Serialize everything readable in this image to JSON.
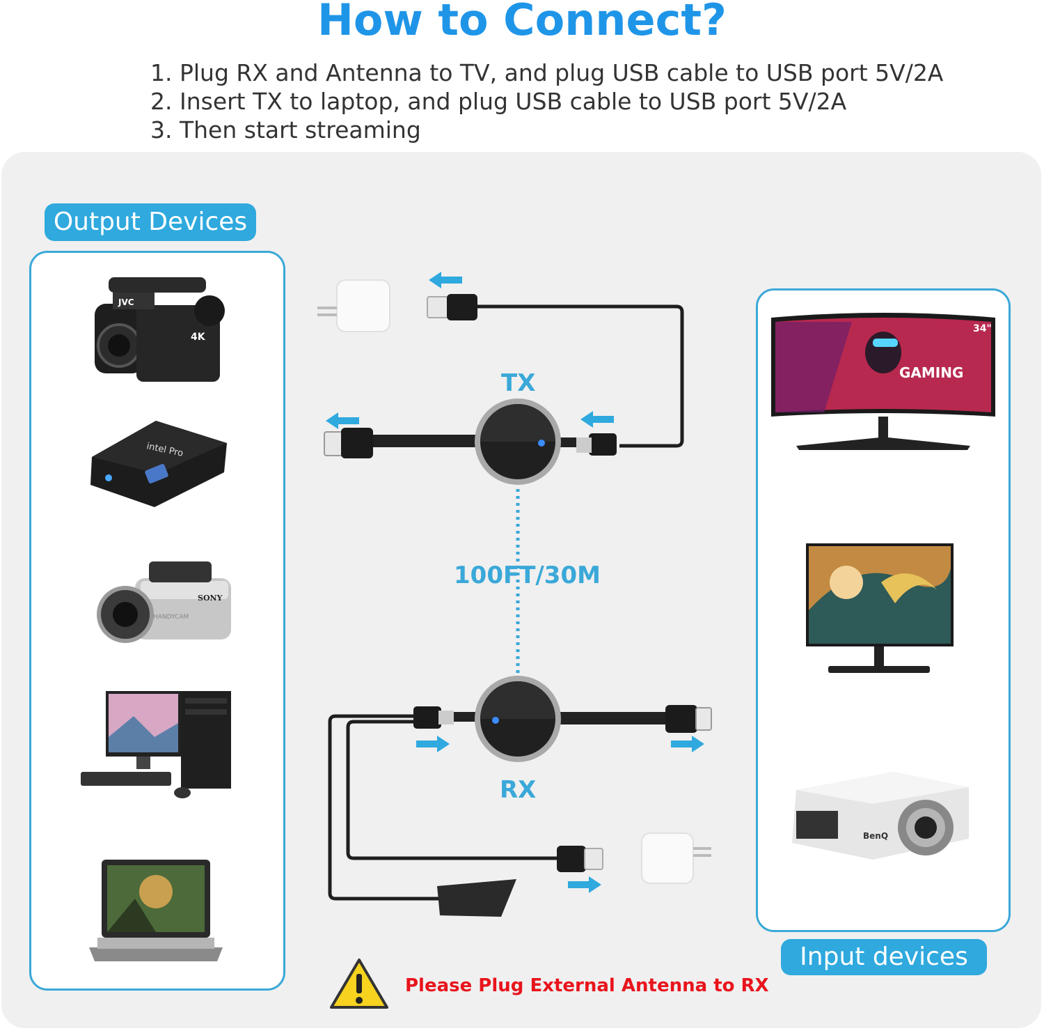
{
  "title": "How to Connect?",
  "steps": [
    "1. Plug RX and Antenna to TV, and plug USB cable to USB port 5V/2A",
    "2. Insert TX to laptop, and plug USB cable to USB port 5V/2A",
    "3. Then start streaming"
  ],
  "output_devices": {
    "label": "Output Devices",
    "items": [
      {
        "icon": "camcorder-jvc-icon",
        "brand": "JVC",
        "badge": "4K"
      },
      {
        "icon": "mini-pc-icon",
        "brand": "intel Pro"
      },
      {
        "icon": "camcorder-sony-icon",
        "brand": "SONY",
        "sub": "HANDYCAM"
      },
      {
        "icon": "desktop-pc-icon"
      },
      {
        "icon": "laptop-icon"
      }
    ]
  },
  "input_devices": {
    "label": "Input devices",
    "items": [
      {
        "icon": "gaming-monitor-icon",
        "text": "GAMING",
        "size": "34\""
      },
      {
        "icon": "tv-monitor-icon"
      },
      {
        "icon": "projector-icon",
        "brand": "BenQ"
      }
    ]
  },
  "tx_label": "TX",
  "rx_label": "RX",
  "distance_label": "100FT/30M",
  "warning_text": "Please Plug External Antenna to RX",
  "colors": {
    "accent": "#1f95e8",
    "badge": "#2fa9de",
    "arrow": "#2fa9de",
    "warning": "#e8141c"
  }
}
